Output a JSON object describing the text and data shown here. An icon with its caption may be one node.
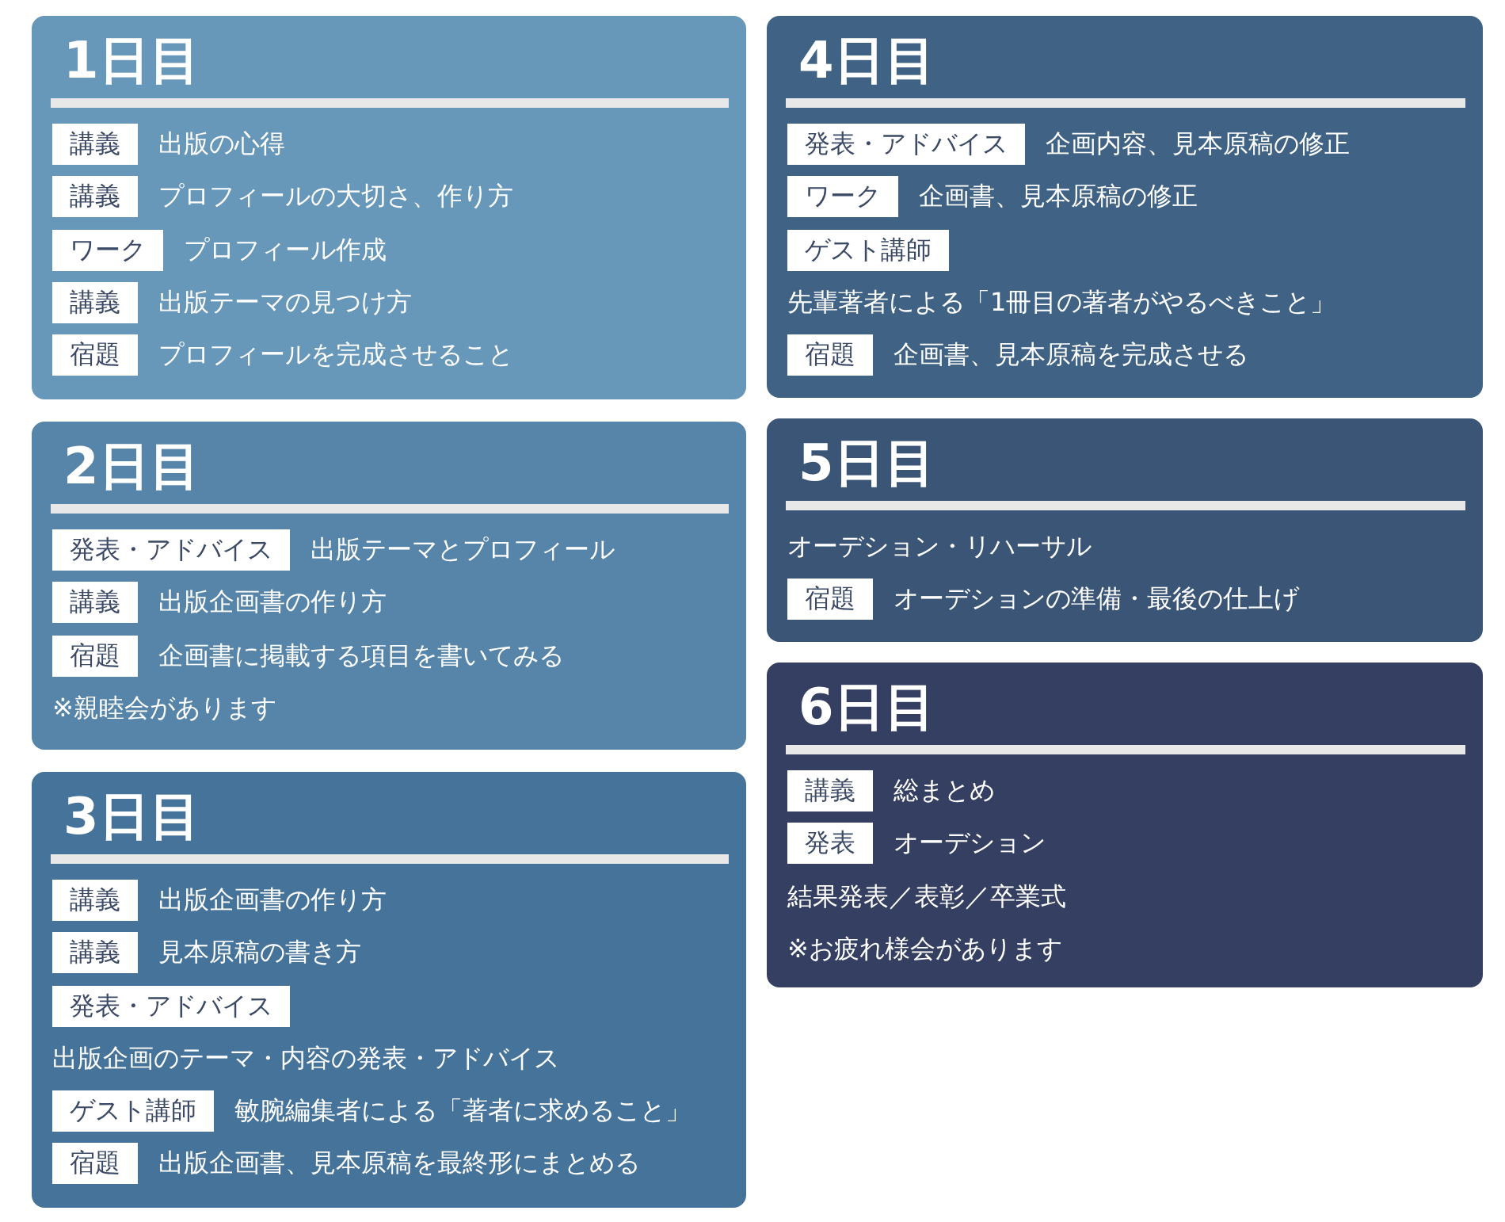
{
  "diagram": {
    "nodes": [
      {
        "text": [
          "1日目"
        ]
      },
      {
        "text": [
          "講義"
        ],
        "in": 0,
        "beside": [
          "出版の心得"
        ]
      },
      {
        "text": [
          "講義"
        ],
        "in": 0,
        "beside": [
          "プロフィールの大切さ、作り方"
        ]
      },
      {
        "text": [
          "ワーク"
        ],
        "in": 0,
        "beside": [
          "プロフィール作成"
        ]
      },
      {
        "text": [
          "講義"
        ],
        "in": 0,
        "beside": [
          "出版テーマの見つけ方"
        ]
      },
      {
        "text": [
          "宿題"
        ],
        "in": 0,
        "beside": [
          "プロフィールを完成させること"
        ]
      },
      {
        "text": [
          "2日目",
          "※親睦会があります"
        ]
      },
      {
        "text": [
          "発表・アドバイス"
        ],
        "in": 6,
        "beside": [
          "出版テーマとプロフィール"
        ]
      },
      {
        "text": [
          "講義"
        ],
        "in": 6,
        "beside": [
          "出版企画書の作り方"
        ]
      },
      {
        "text": [
          "宿題"
        ],
        "in": 6,
        "beside": [
          "企画書に掲載する項目を書いてみる"
        ]
      },
      {
        "text": [
          "3日目"
        ]
      },
      {
        "text": [
          "講義"
        ],
        "in": 10,
        "beside": [
          "出版企画書の作り方"
        ]
      },
      {
        "text": [
          "講義"
        ],
        "in": 10,
        "beside": [
          "見本原稿の書き方"
        ]
      },
      {
        "text": [
          "発表・アドバイス"
        ],
        "in": 10,
        "beside": [
          "出版企画のテーマ・内容の発表・アドバイス"
        ]
      },
      {
        "text": [
          "ゲスト講師"
        ],
        "in": 10,
        "beside": [
          "敏腕編集者による「著者に求めること」"
        ]
      },
      {
        "text": [
          "宿題"
        ],
        "in": 10,
        "beside": [
          "出版企画書、見本原稿を最終形にまとめる"
        ]
      },
      {
        "text": [
          "4日目"
        ]
      },
      {
        "text": [
          "発表・アドバイス"
        ],
        "in": 16,
        "beside": [
          "企画内容、見本原稿の修正"
        ]
      },
      {
        "text": [
          "ワーク"
        ],
        "in": 16,
        "beside": [
          "企画書、見本原稿の修正"
        ]
      },
      {
        "text": [
          "ゲスト講師"
        ],
        "in": 16,
        "beside": [
          "先輩著者による「1冊目の著者がやるべきこと」"
        ]
      },
      {
        "text": [
          "宿題"
        ],
        "in": 16,
        "beside": [
          "企画書、見本原稿を完成させる"
        ]
      },
      {
        "text": [
          "5日目",
          "オーデション・リハーサル"
        ]
      },
      {
        "text": [
          "宿題"
        ],
        "in": 21,
        "beside": [
          "オーデションの準備・最後の仕上げ"
        ]
      },
      {
        "text": [
          "6日目",
          "結果発表／表彰／卒業式",
          "※お疲れ様会があります"
        ]
      },
      {
        "text": [
          "講義"
        ],
        "in": 23,
        "beside": [
          "総まとめ"
        ]
      },
      {
        "text": [
          "発表"
        ],
        "in": 23,
        "beside": [
          "オーデション"
        ]
      }
    ]
  }
}
